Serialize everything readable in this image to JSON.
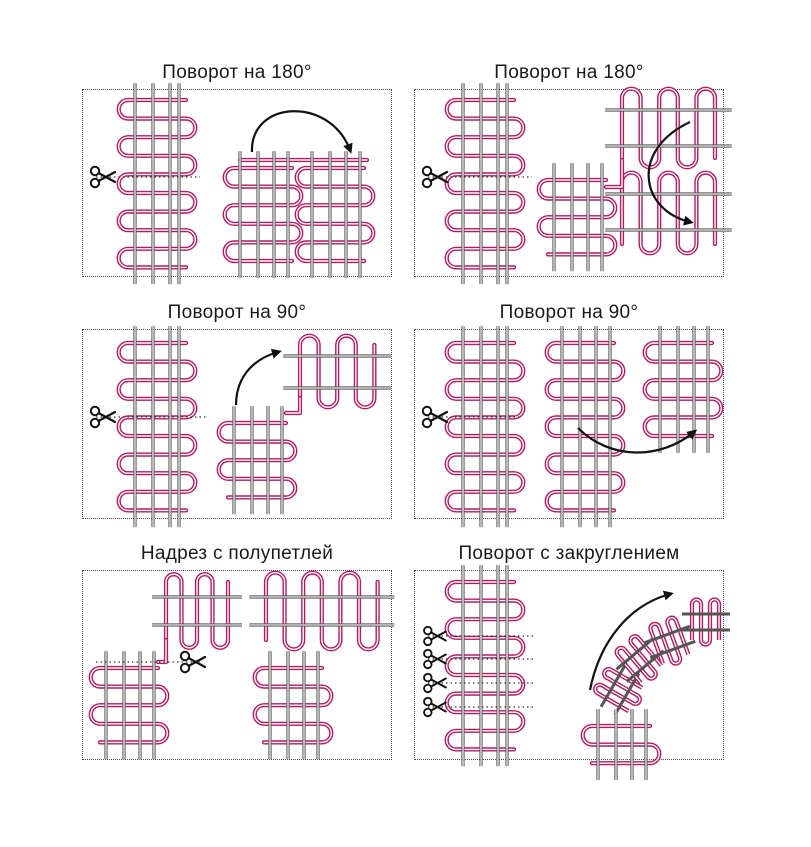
{
  "panels": [
    {
      "title": "Поворот на 180°"
    },
    {
      "title": "Поворот на 180°"
    },
    {
      "title": "Поворот на 90°"
    },
    {
      "title": "Поворот на 90°"
    },
    {
      "title": "Надрез с полупетлей"
    },
    {
      "title": "Поворот с закруглением"
    }
  ],
  "colors": {
    "cable": "#b5195f",
    "cable_inner": "#ffffff",
    "rail": "#cfcfcf",
    "frame": "#444444",
    "arrow": "#111111",
    "scissors": "#111111"
  },
  "icons": [
    "scissors-icon",
    "rotation-arrow-icon"
  ]
}
